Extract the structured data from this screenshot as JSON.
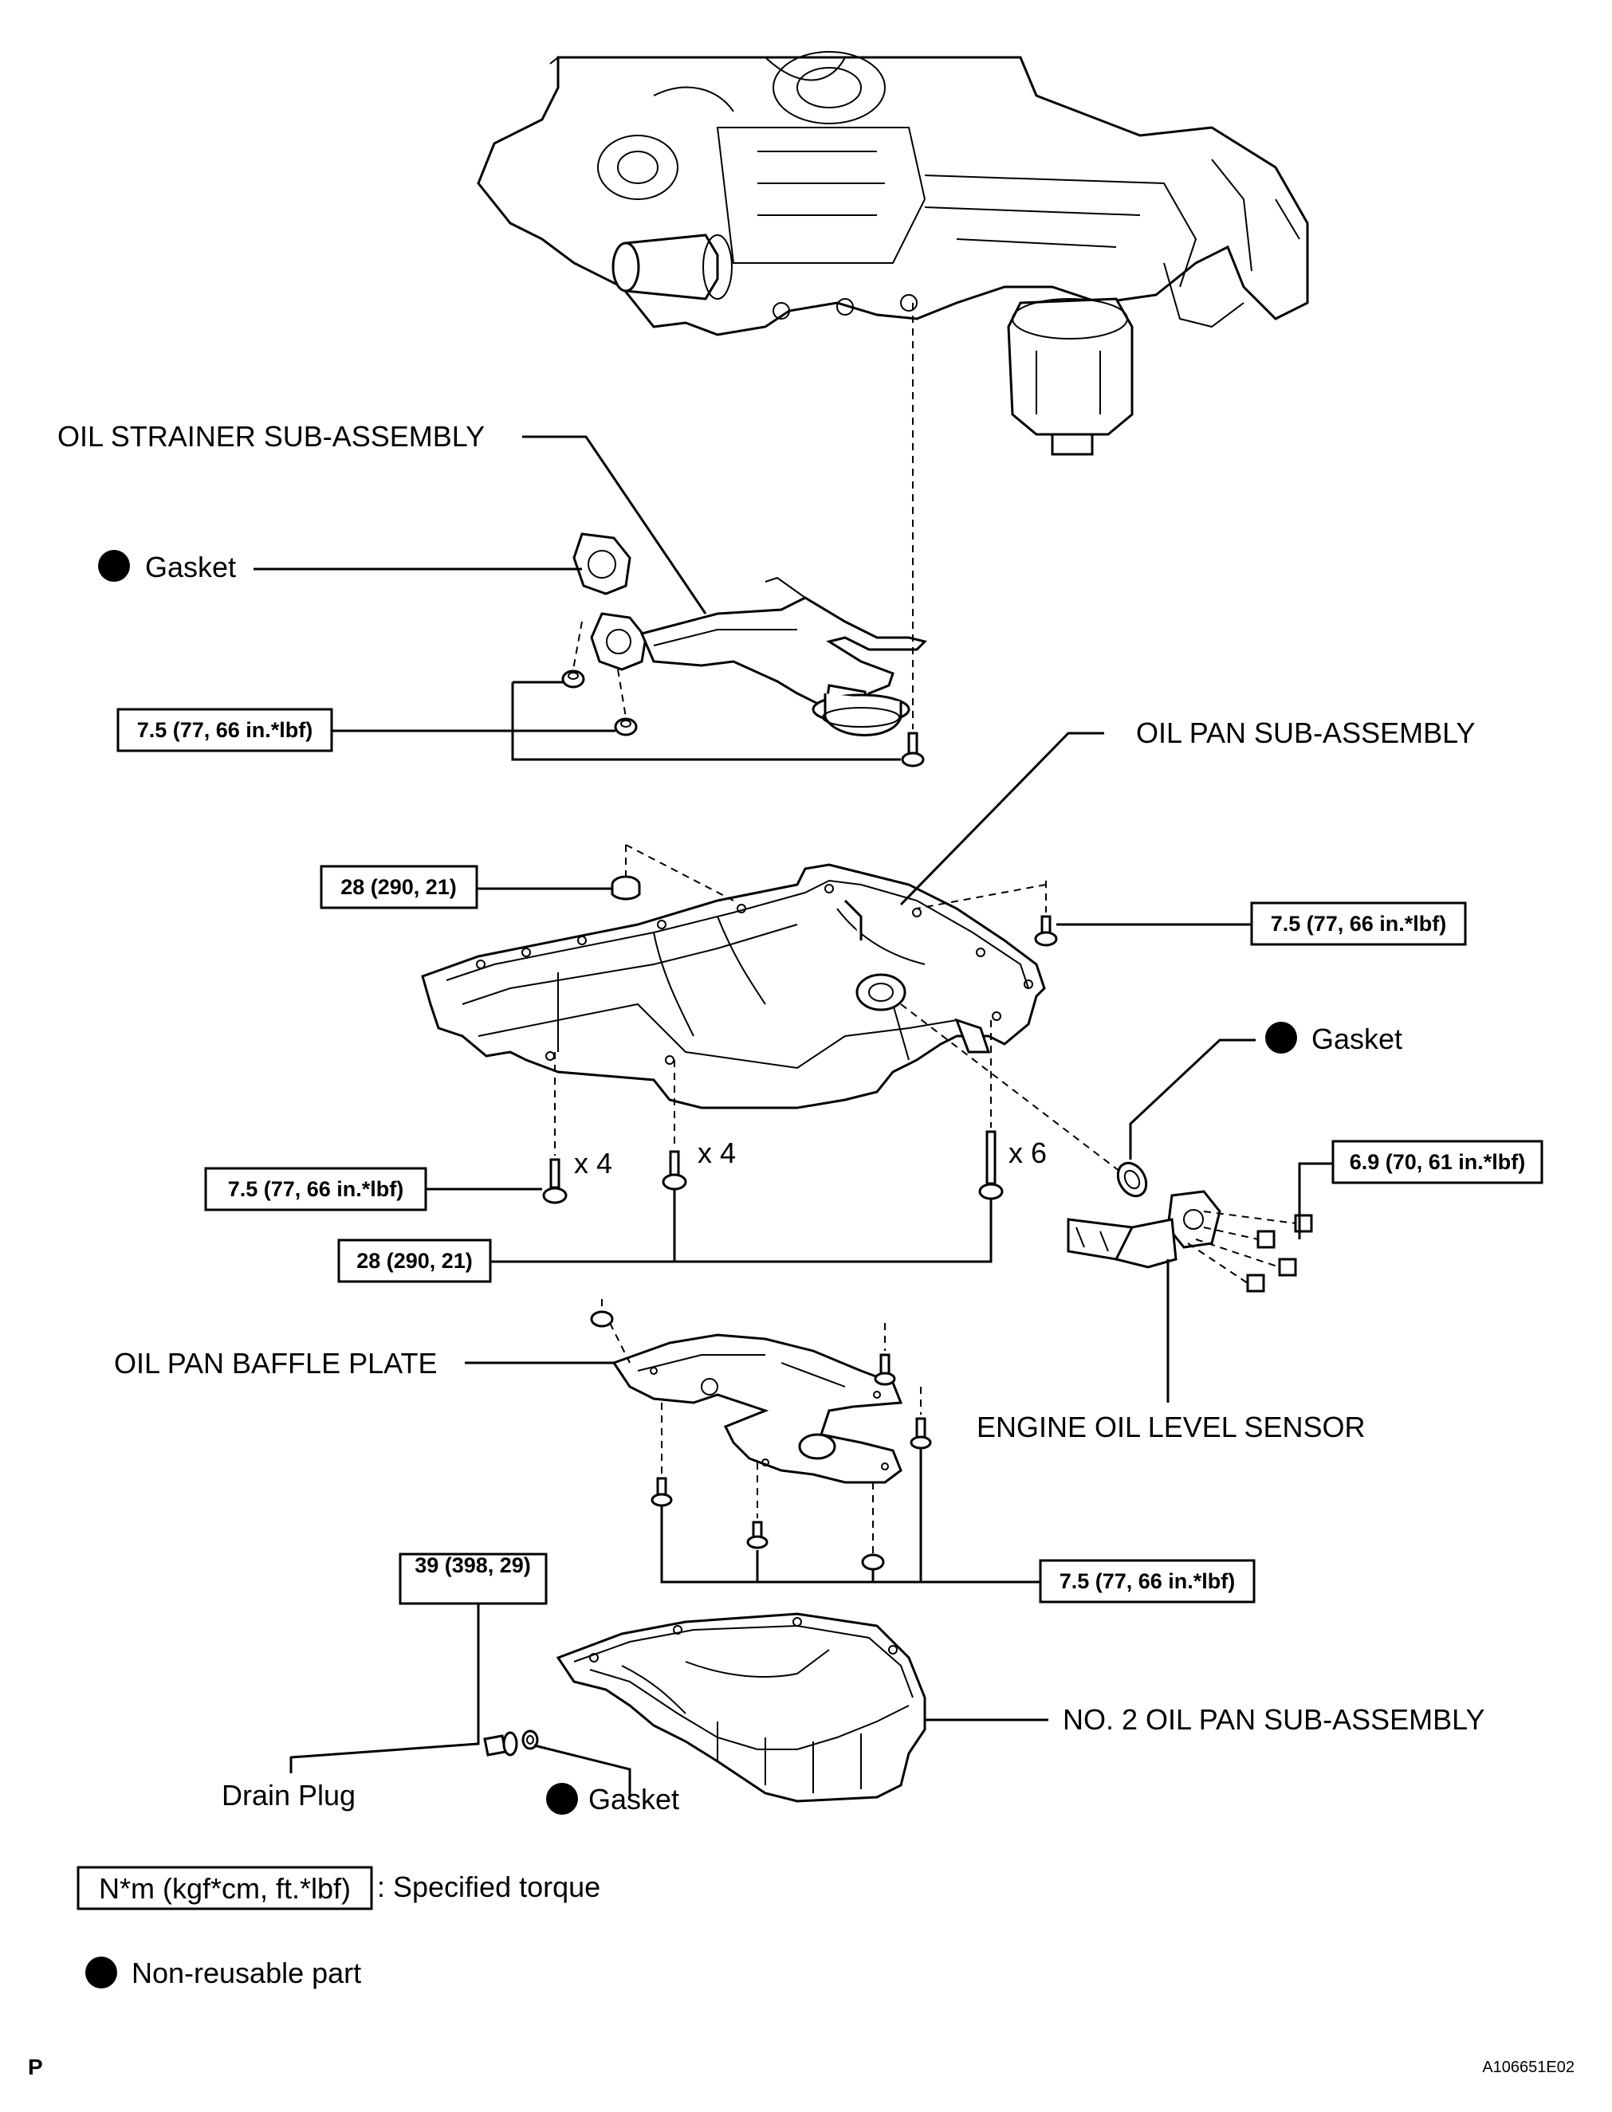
{
  "labels": {
    "oil_strainer": "OIL STRAINER SUB-ASSEMBLY",
    "gasket_strainer": "Gasket",
    "oil_pan": "OIL PAN SUB-ASSEMBLY",
    "gasket_sensor": "Gasket",
    "engine_oil_level_sensor": "ENGINE OIL LEVEL SENSOR",
    "baffle_plate": "OIL PAN BAFFLE PLATE",
    "no2_oil_pan": "NO. 2 OIL PAN SUB-ASSEMBLY",
    "drain_plug": "Drain Plug",
    "gasket_drain": "Gasket"
  },
  "torques": {
    "strainer_bolts": "7.5 (77, 66 in.*lbf)",
    "pan_stud_nut": "28 (290, 21)",
    "pan_right_bolt": "7.5 (77, 66 in.*lbf)",
    "pan_bottom_left": "7.5 (77, 66 in.*lbf)",
    "pan_bottom_long": "28 (290, 21)",
    "sensor_bolts": "6.9 (70, 61 in.*lbf)",
    "baffle_bolts": "7.5 (77, 66 in.*lbf)",
    "drain_plug": "39 (398, 29)"
  },
  "quantities": {
    "left": "x 4",
    "middle": "x 4",
    "right": "x 6"
  },
  "legend": {
    "torque_box": "N*m (kgf*cm, ft.*lbf)",
    "torque_desc": ": Specified torque",
    "nonreusable": "Non-reusable part"
  },
  "footer": {
    "left_mark": "P",
    "figure_id": "A106651E02"
  }
}
